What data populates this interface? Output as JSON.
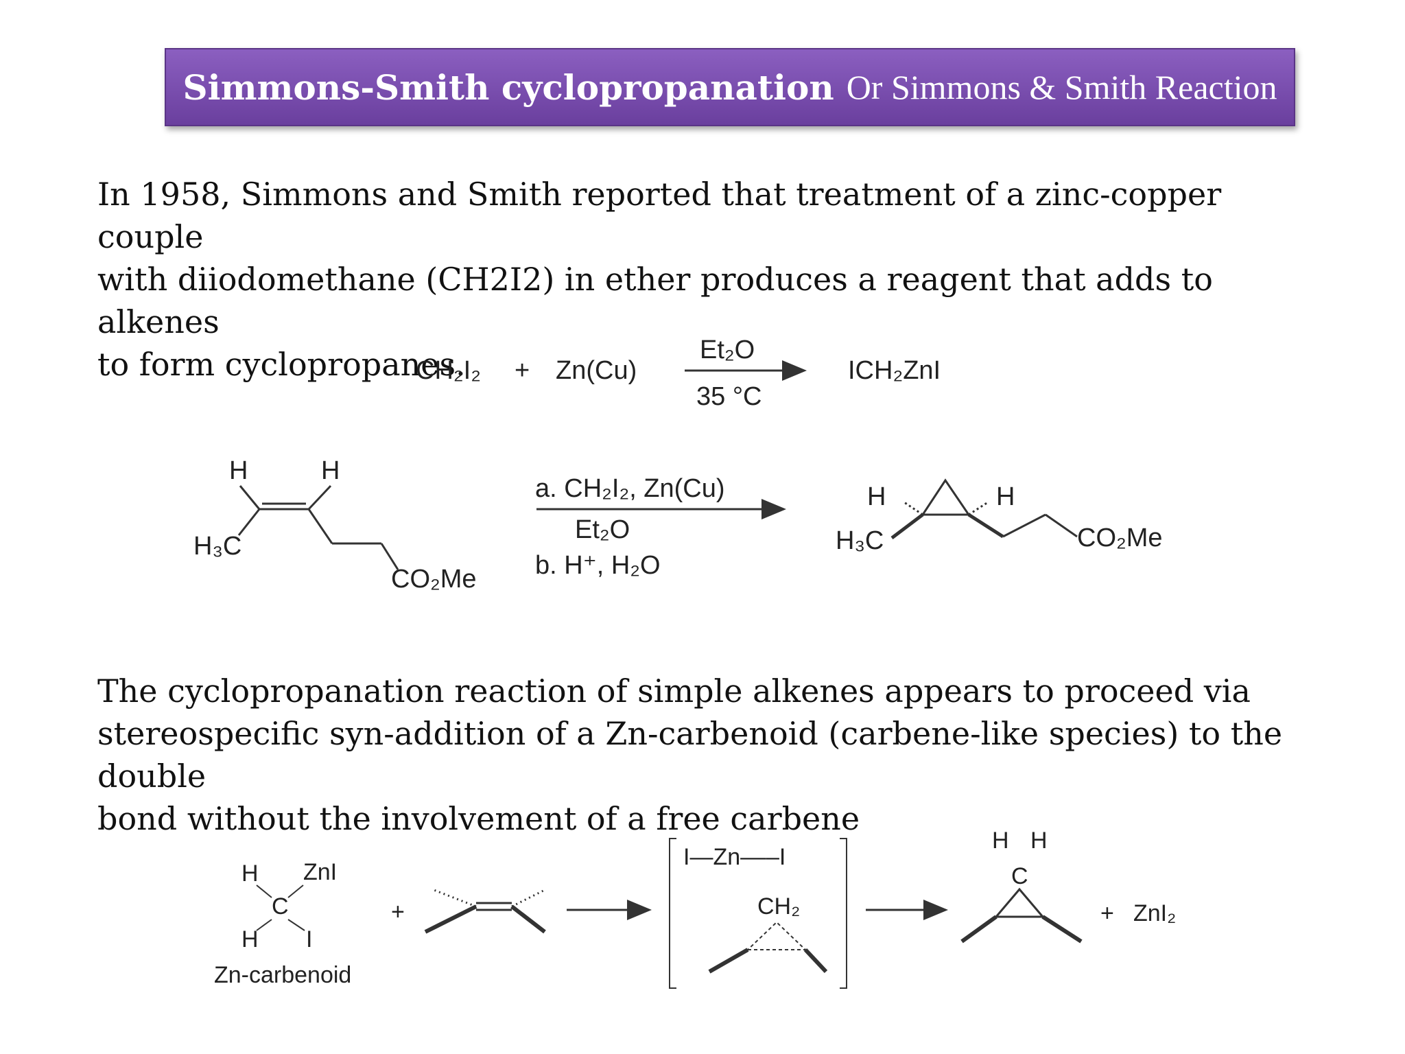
{
  "slide": {
    "title": "Simmons-Smith cyclopropanation",
    "subtitle": "Or Simmons & Smith Reaction",
    "paragraph1": "In 1958, Simmons and Smith reported that treatment of a zinc-copper couple\nwith diiodomethane (CH2I2) in ether produces a reagent that adds to alkenes\nto form cyclopropanes.",
    "paragraph2": "The cyclopropanation reaction of simple alkenes appears to proceed via\nstereospecific syn-addition of a Zn-carbenoid (carbene-like species) to the double\nbond without the involvement of a free carbene"
  },
  "scheme1": {
    "reactant1": "CH₂I₂",
    "plus": "+",
    "reactant2": "Zn(Cu)",
    "above_arrow": "Et₂O",
    "below_arrow": "35 °C",
    "product": "ICH₂ZnI"
  },
  "scheme2": {
    "h_left": "H",
    "h_right": "H",
    "methyl": "H₃C",
    "ester": "CO₂Me",
    "step_a": "a. CH₂I₂, Zn(Cu)",
    "solvent": "Et₂O",
    "step_b": "b. H⁺, H₂O",
    "prod_h_left": "H",
    "prod_h_right": "H",
    "prod_methyl": "H₃C",
    "prod_ester": "CO₂Me"
  },
  "scheme3": {
    "carbenoid_h1": "H",
    "carbenoid_zni": "ZnI",
    "carbenoid_c": "C",
    "carbenoid_h2": "H",
    "carbenoid_i": "I",
    "carbenoid_label": "Zn-carbenoid",
    "plus1": "+",
    "ts_top": "I—Zn–––I",
    "ts_ch2": "CH₂",
    "prod_h1": "H",
    "prod_h2": "H",
    "prod_c": "C",
    "plus2": "+",
    "byproduct": "ZnI₂"
  }
}
